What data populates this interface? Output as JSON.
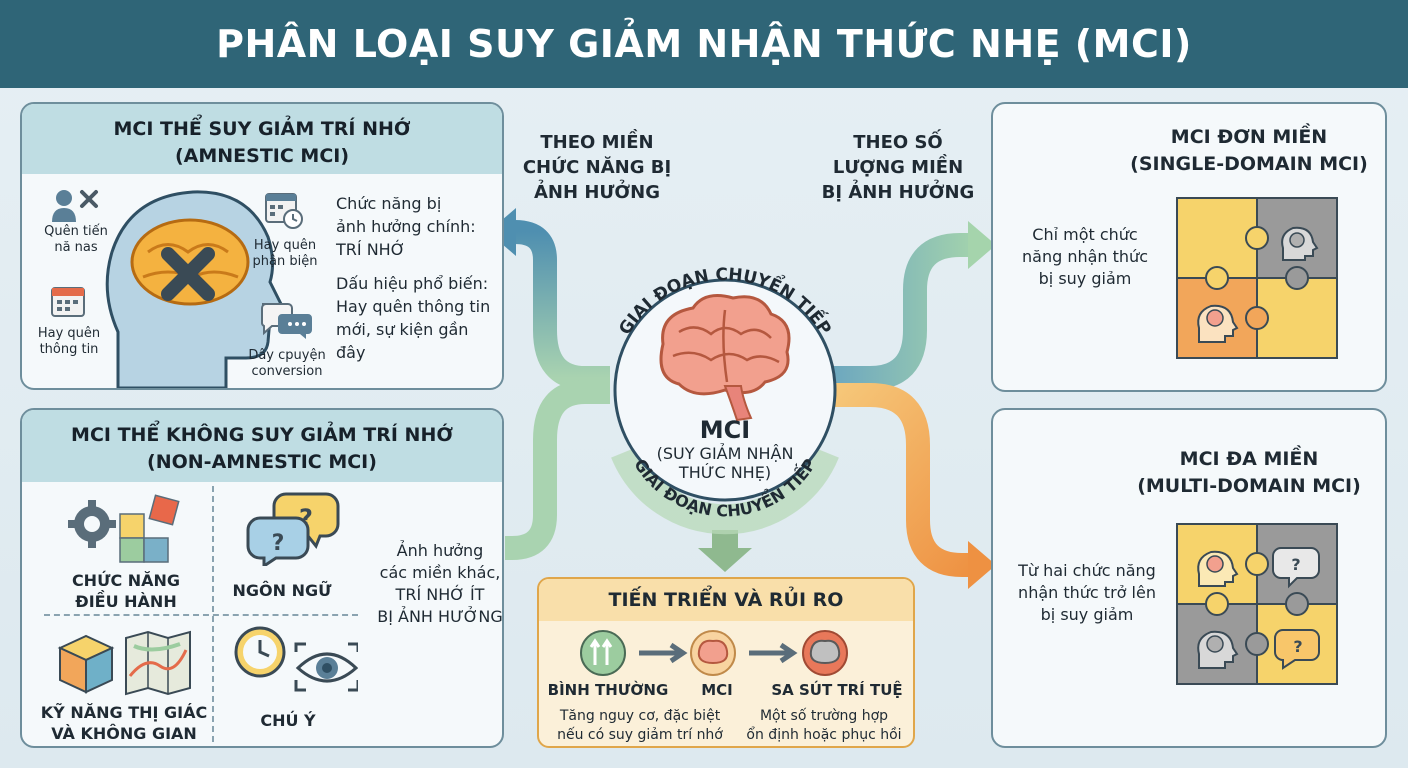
{
  "title": "PHÂN LOẠI SUY GIẢM NHẬN THỨC NHẸ (MCI)",
  "amnestic": {
    "title_line1": "MCI THỂ SUY GIẢM TRÍ NHỚ",
    "title_line2": "(AMNESTIC MCI)",
    "icon_forget_names": "Quên tiến nă nas",
    "icon_forget_info": "Hay quên thông tin",
    "icon_forget_debate": "Hay quên phận biện",
    "icon_conversation": "Dây cpuyện conversion",
    "desc_line1": "Chức năng bị",
    "desc_line2": "ảnh hưởng chính:",
    "desc_line3": "TRÍ NHỚ",
    "sign_line1": "Dấu hiệu phổ biến:",
    "sign_line2": "Hay quên thông tin",
    "sign_line3": "mới, sự kiện gần",
    "sign_line4": "đây"
  },
  "non_amnestic": {
    "title_line1": "MCI THỂ KHÔNG SUY GIẢM TRÍ NHỚ",
    "title_line2": "(NON-AMNESTIC MCI)",
    "exec_line1": "CHỨC NĂNG",
    "exec_line2": "ĐIỀU HÀNH",
    "language": "NGÔN NGỮ",
    "visual_line1": "KỸ NĂNG THỊ GIÁC",
    "visual_line2": "VÀ KHÔNG GIAN",
    "attention": "CHÚ Ý",
    "desc_line1": "Ảnh hưởng",
    "desc_line2": "các miền khác,",
    "desc_line3": "TRÍ NHỚ ÍT",
    "desc_line4": "BỊ ẢNH HƯỞNG"
  },
  "left_label": {
    "line1": "THEO MIỀN",
    "line2": "CHỨC NĂNG BỊ",
    "line3": "ẢNH HƯỞNG"
  },
  "right_label": {
    "line1": "THEO SỐ",
    "line2": "LƯỢNG MIỀN",
    "line3": "BỊ ẢNH HƯỞNG"
  },
  "center": {
    "arc_top": "GIAI ĐOẠN CHUYỂN TIẾP",
    "arc_bottom": "GIAI ĐOẠN CHUYỂN TIẾP",
    "name": "MCI",
    "sub_line1": "(SUY GIẢM NHẬN",
    "sub_line2": "THỨC NHẸ)"
  },
  "progression": {
    "title": "TIẾN TRIỂN VÀ RỦI RO",
    "stage1": "BÌNH THƯỜNG",
    "stage2": "MCI",
    "stage3": "SA SÚT TRÍ TUỆ",
    "note_left_line1": "Tăng nguy cơ, đặc biệt",
    "note_left_line2": "nếu có suy giảm trí nhớ",
    "note_right_line1": "Một số trường hợp",
    "note_right_line2": "ổn định hoặc phục hồi"
  },
  "single_domain": {
    "title_line1": "MCI ĐƠN MIỀN",
    "title_line2": "(SINGLE-DOMAIN MCI)",
    "desc_line1": "Chỉ một chức",
    "desc_line2": "năng nhận thức",
    "desc_line3": "bị suy giảm"
  },
  "multi_domain": {
    "title_line1": "MCI ĐA MIỀN",
    "title_line2": "(MULTI-DOMAIN MCI)",
    "desc_line1": "Từ hai chức năng",
    "desc_line2": "nhận thức trở lên",
    "desc_line3": "bị suy giảm"
  },
  "colors": {
    "header": "#2f6577",
    "panel_head": "#bfdde3",
    "flow_blue": "#5d9ab8",
    "flow_green": "#9ccc9f",
    "flow_orange": "#f0a04b",
    "brain": "#f2a08e",
    "puzzle_yellow": "#f6d36b",
    "puzzle_gray": "#9a9a9a",
    "puzzle_orange": "#f2a65a"
  }
}
